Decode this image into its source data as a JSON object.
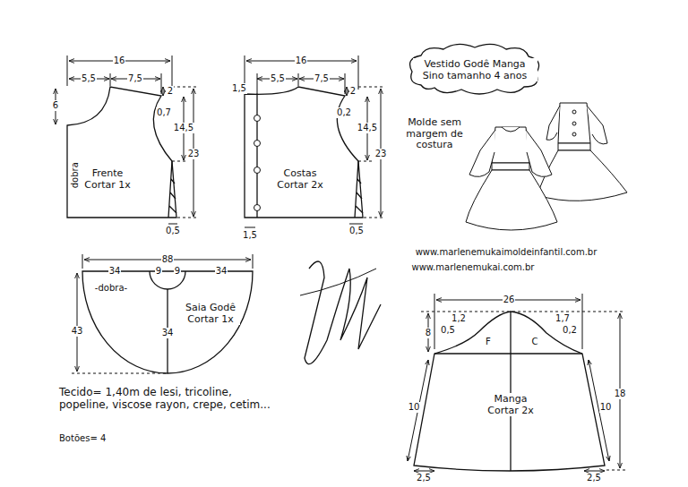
{
  "diagram": {
    "nodes": [
      {
        "text": [
          "Frente Cortar 1x"
        ]
      },
      {
        "text": [
          "Costas Cortar 2x"
        ]
      },
      {
        "text": [
          "Vestido Godê Manga Sino tamanho 4 anos"
        ]
      },
      {
        "text": [
          "Saia Godê Cortar 1x"
        ]
      },
      {
        "text": [
          "Manga Cortar 2x"
        ]
      }
    ],
    "labels": [
      "16",
      "5,5",
      "7,5",
      "2",
      "6",
      "0,7",
      "14,5",
      "23",
      "0,5",
      "dobra",
      "16",
      "1,5",
      "5,5",
      "7,5",
      "2",
      "0,2",
      "14,5",
      "23",
      "0,5",
      "1,5",
      "88",
      "34",
      "9",
      "9",
      "34",
      "-dobra-",
      "43",
      "34",
      "Molde sem margem de costura",
      "www.marlenemukaimoldeinfantil.com.br",
      "www.marlenemukai.com.br",
      "26",
      "1,2",
      "1,7",
      "0,5",
      "0,2",
      "8",
      "F",
      "C",
      "18",
      "10",
      "10",
      "2,5",
      "2,5",
      "Tecido= 1,40m de lesi, tricoline, popeline, viscose rayon, crepe, cetim...",
      "Botões= 4"
    ]
  }
}
